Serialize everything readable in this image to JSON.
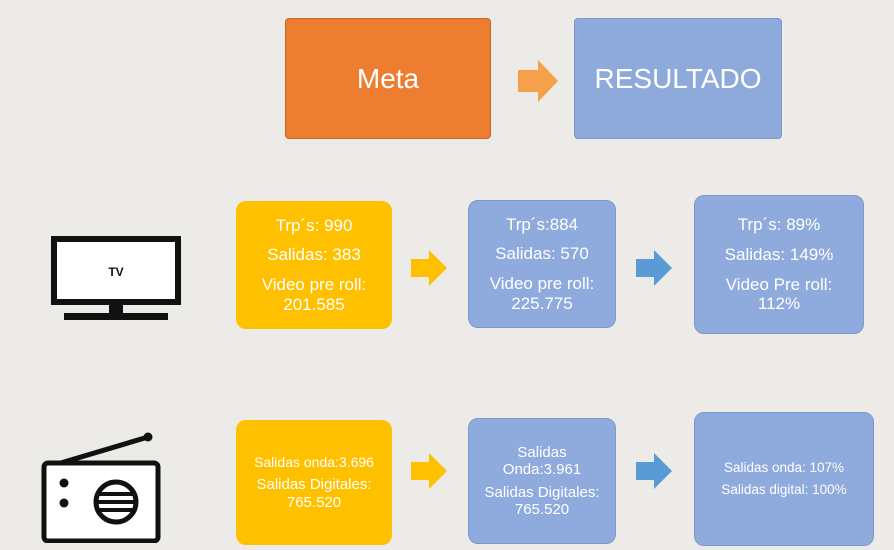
{
  "colors": {
    "background": "#ecebe8",
    "meta_orange": "#ed7d31",
    "result_blue": "#8eaadb",
    "yellow": "#ffc000",
    "blue": "#8faadc",
    "arrow_orange": "#f5a04a",
    "arrow_yellow": "#ffc000",
    "arrow_blue": "#5b9bd5"
  },
  "header": {
    "meta_label": "Meta",
    "result_label": "RESULTADO"
  },
  "tv": {
    "icon_label": "TV",
    "meta": {
      "line1": "Trp´s: 990",
      "line2": "Salidas: 383",
      "line3": "Video pre roll:",
      "line4": "201.585"
    },
    "result": {
      "line1": "Trp´s:884",
      "line2": "Salidas: 570",
      "line3": "Video pre roll:",
      "line4": "225.775"
    },
    "percent": {
      "line1": "Trp´s: 89%",
      "line2": "Salidas: 149%",
      "line3": "Video Pre roll:",
      "line4": "112%"
    }
  },
  "radio": {
    "meta": {
      "line1": "Salidas onda:3.696",
      "line2": "Salidas Digitales:",
      "line3": "765.520"
    },
    "result": {
      "line1": "Salidas",
      "line2": "Onda:3.961",
      "line3": "Salidas Digitales:",
      "line4": "765.520"
    },
    "percent": {
      "line1": "Salidas onda: 107%",
      "line2": "Salidas digital: 100%"
    }
  }
}
